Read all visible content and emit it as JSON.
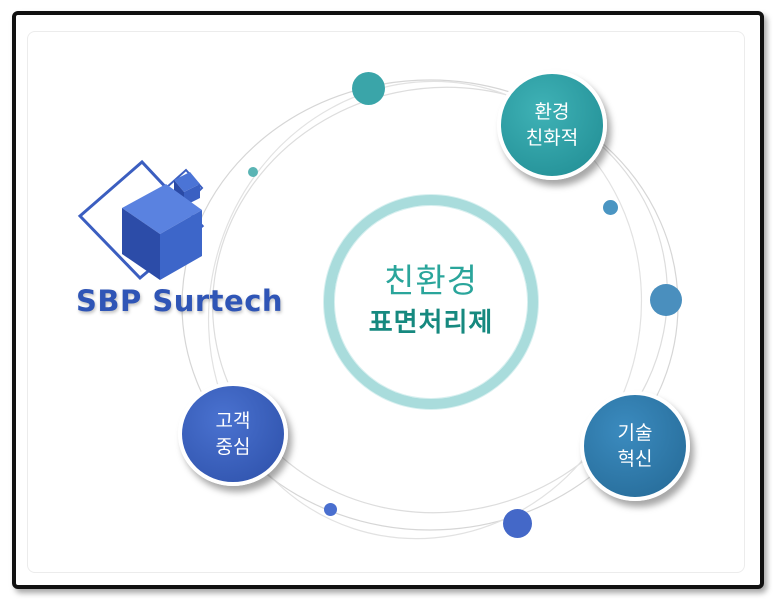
{
  "brand": {
    "name": "SBP Surtech",
    "color": "#2f55b6"
  },
  "center": {
    "title": "친환경",
    "subtitle": "표면처리제"
  },
  "nodes": {
    "eco": {
      "line1": "환경",
      "line2": "친화적",
      "color": "#2a9fa5"
    },
    "tech": {
      "line1": "기술",
      "line2": "혁신",
      "color": "#2f7eb0"
    },
    "customer": {
      "line1": "고객",
      "line2": "중심",
      "color": "#3a61c0"
    }
  },
  "icons": {
    "logo": "cube-logo-icon"
  }
}
